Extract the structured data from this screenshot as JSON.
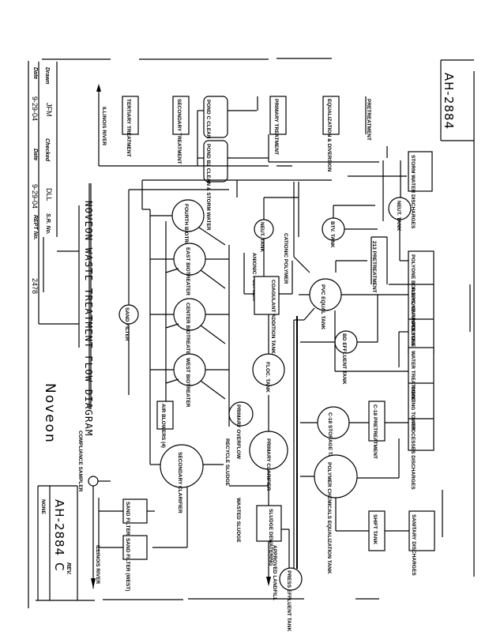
{
  "drawing": {
    "title": "NOVEON WASTE TREATMENT FLOW DIAGRAM",
    "company": "Noveon",
    "drawing_number": "AH-2884",
    "drawing_number_top": "AH-2884",
    "revision_label": "REV.",
    "revision": "C",
    "scale": "NONE"
  },
  "title_block": {
    "drawn_label": "Drawn",
    "drawn_by": "JFM",
    "date1_label": "Date",
    "date1": "9-29-04",
    "checked_label": "Checked",
    "checked_by": "DLL",
    "date2_label": "Date",
    "date2": "9-29-04",
    "sr_label": "S.R. No.",
    "sr_value": "",
    "report_label": "REPT No.",
    "report_value": "2478"
  },
  "stage_labels": {
    "tertiary": "TERTIARY TREATMENT",
    "secondary": "SECONDARY TREATMENT",
    "primary": "PRIMARY TREATMENT",
    "equalization": "EQUALIZATION & DIVERSION",
    "pretreatment": "PRETREATMENT"
  },
  "river_labels": {
    "top": "ILLINOIS RIVER",
    "bottom": "ILLINOIS RIVER"
  },
  "units": {
    "pond_c": "POND C CLEAN & STORM WATER",
    "pond_b2": "POND B2 CLEAN & STORM WATER",
    "storm_water": "STORM WATER DISCHARGES",
    "neut_tank": "NEUT. TANK",
    "btv_tank": "BTV. TANK",
    "pretreat_213": "213 PRETREATMENT",
    "polyone_boilers": "POLYONE BOILERS, ON UNITS",
    "polyone_processes": "POLYONE PROCESSES DISCHARGES",
    "polyone_cooling": "POLYONE COOLING TOWER",
    "pvc_equal": "PVC EQUAL TANK",
    "bd_effluent": "BD EFFLUENT TANK",
    "water_treatment": "WATER TREATMENT",
    "cooling_tower": "COOLING TOWER",
    "processes_discharges": "PROCESSES DISCHARGES",
    "c18_pretreatment": "C-18 PRETREATMENT",
    "c18_storage": "C-18 STORAGE TANK",
    "polymer_chem": "POLYMER CHEMICALS EQUALIZATION TANK",
    "sanitary": "SANITARY DISCHARGES",
    "shift_tank": "SHIFT TANK",
    "fourth_biotreater": "FOURTH BIOTREATER",
    "east_biotreater": "EAST BIOTREATER",
    "center_biotreater": "CENTER BIOTREATER",
    "west_biotreater": "WEST BIOTREATER",
    "air_blowers": "AIR BLOWERS (4)",
    "neut_tank2": "NEUT. TANK",
    "anionic_polymer": "ANIONIC POLYMER",
    "cationic_polymer": "CATIONIC POLYMER",
    "coagulant_tank": "COAGULANT ADDITION TANK",
    "floc_tank": "FLOC. TANK",
    "primary_overflow": "PRIMARY OVERFLOW",
    "primary_clarifier": "PRIMARY CLARIFIER",
    "recycle_sludge": "RECYCLE SLUDGE",
    "wasted_sludge": "WASTED SLUDGE",
    "sludge_dewatering": "SLUDGE DEWATERING",
    "approved_landfill": "APPROVED LANDFILL",
    "press_effluent": "PRESS EFFLUENT TANK",
    "secondary_clarifier": "SECONDARY CLARIFIER",
    "sand_filter_circle": "SAND FILTER",
    "sand_filter_east": "SAND FILTER (EAST)",
    "sand_filter_west": "SAND FILTER (WEST)",
    "compliance_sampler": "COMPLIANCE SAMPLER"
  }
}
